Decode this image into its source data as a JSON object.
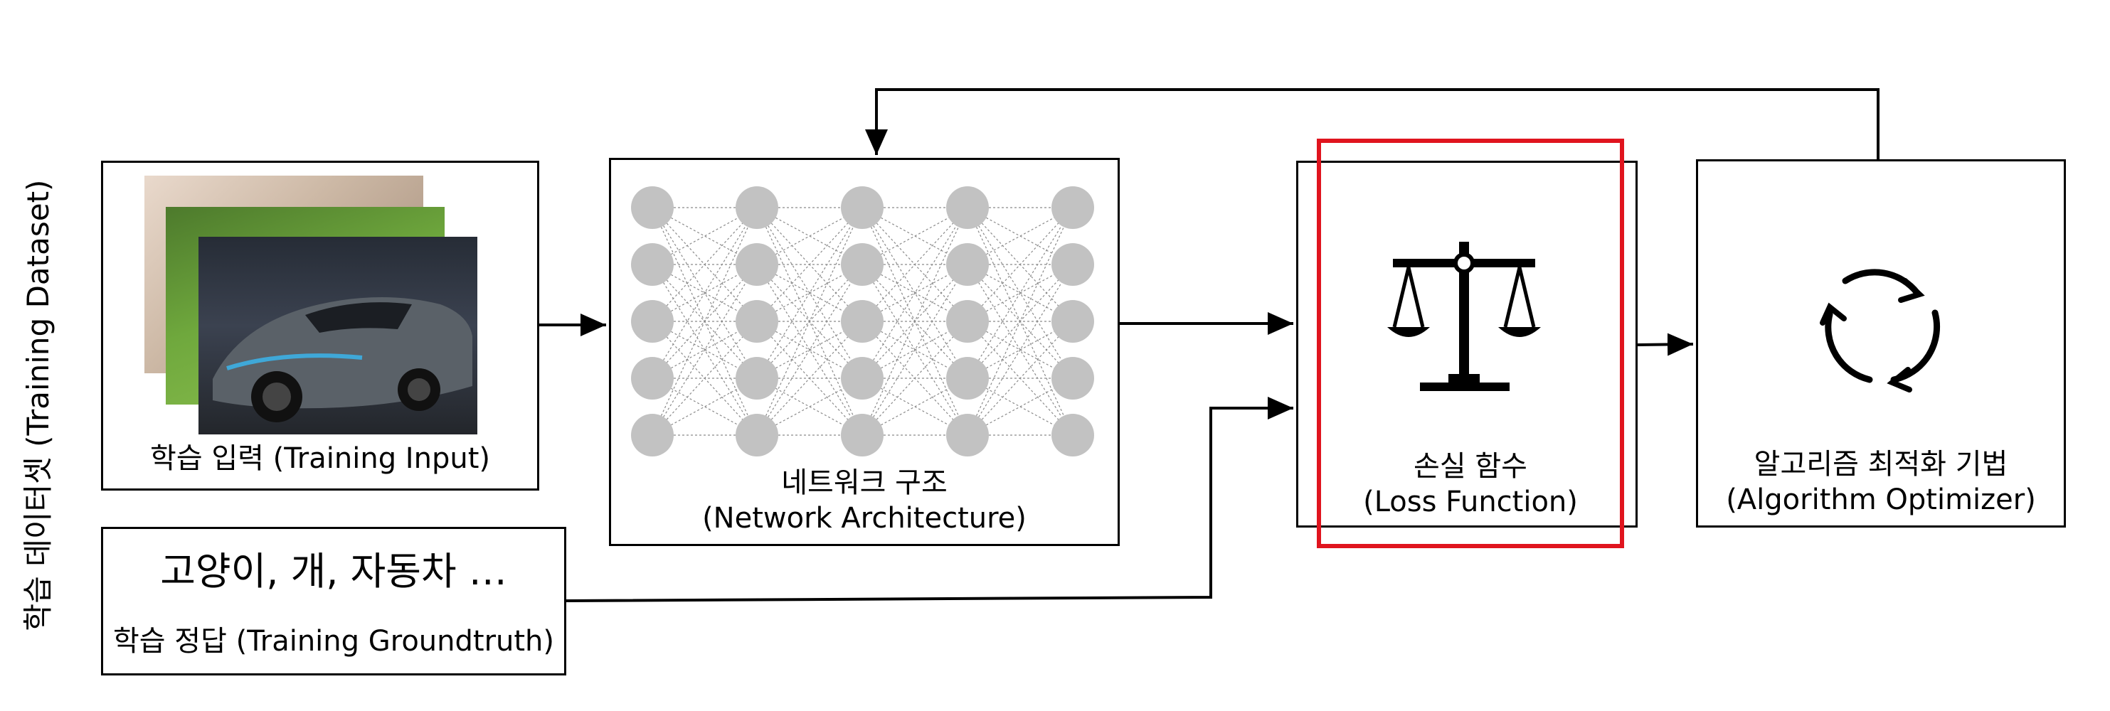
{
  "dataset_label": "학습 데이터셋 (Training Dataset)",
  "input_box": {
    "label": "학습 입력 (Training Input)"
  },
  "groundtruth_box": {
    "classes_text": "고양이, 개, 자동차 …",
    "label": "학습 정답 (Training Groundtruth)"
  },
  "network_box": {
    "label_ko": "네트워크 구조",
    "label_en": "(Network Architecture)"
  },
  "loss_box": {
    "label_ko": "손실 함수",
    "label_en": "(Loss Function)",
    "icon": "balance-scale-icon",
    "highlight_color": "#e0141e"
  },
  "optimizer_box": {
    "label_ko": "알고리즘 최적화 기법",
    "label_en": "(Algorithm Optimizer)",
    "icon": "cycle-arrows-icon"
  },
  "colors": {
    "node": "#c2c2c2",
    "edge": "#8a8a8a",
    "line": "#000000"
  }
}
